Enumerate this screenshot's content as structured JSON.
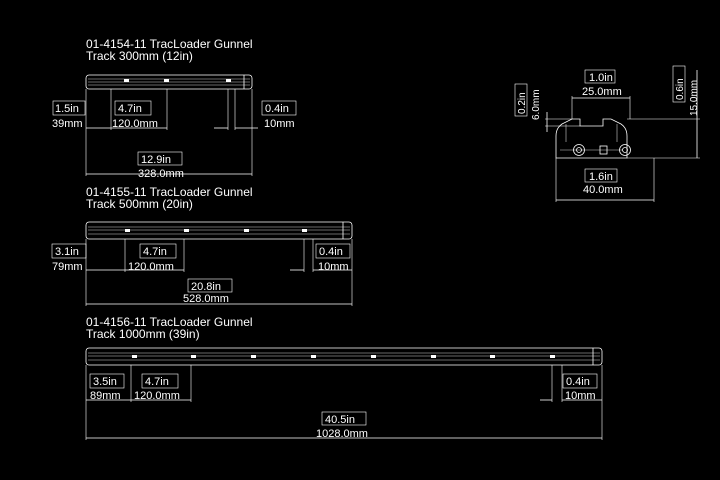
{
  "tracks": [
    {
      "title1": "01-4154-11 TracLoader Gunnel",
      "title2": "Track 300mm (12in)",
      "left_in": "1.5in",
      "left_mm": "39mm",
      "pitch_in": "4.7in",
      "pitch_mm": "120.0mm",
      "right_in": "0.4in",
      "right_mm": "10mm",
      "total_in": "12.9in",
      "total_mm": "328.0mm"
    },
    {
      "title1": "01-4155-11 TracLoader Gunnel",
      "title2": "Track 500mm (20in)",
      "left_in": "3.1in",
      "left_mm": "79mm",
      "pitch_in": "4.7in",
      "pitch_mm": "120.0mm",
      "right_in": "0.4in",
      "right_mm": "10mm",
      "total_in": "20.8in",
      "total_mm": "528.0mm"
    },
    {
      "title1": "01-4156-11 TracLoader Gunnel",
      "title2": "Track 1000mm (39in)",
      "left_in": "3.5in",
      "left_mm": "89mm",
      "pitch_in": "4.7in",
      "pitch_mm": "120.0mm",
      "right_in": "0.4in",
      "right_mm": "10mm",
      "total_in": "40.5in",
      "total_mm": "1028.0mm"
    }
  ],
  "profile": {
    "slot_in": "1.0in",
    "slot_mm": "25.0mm",
    "lip_in": "0.2in",
    "lip_mm": "6.0mm",
    "height_in": "0.6in",
    "height_mm": "15.0mm",
    "width_in": "1.6in",
    "width_mm": "40.0mm"
  },
  "colors": {
    "background": "#000000",
    "line": "#ffffff"
  }
}
